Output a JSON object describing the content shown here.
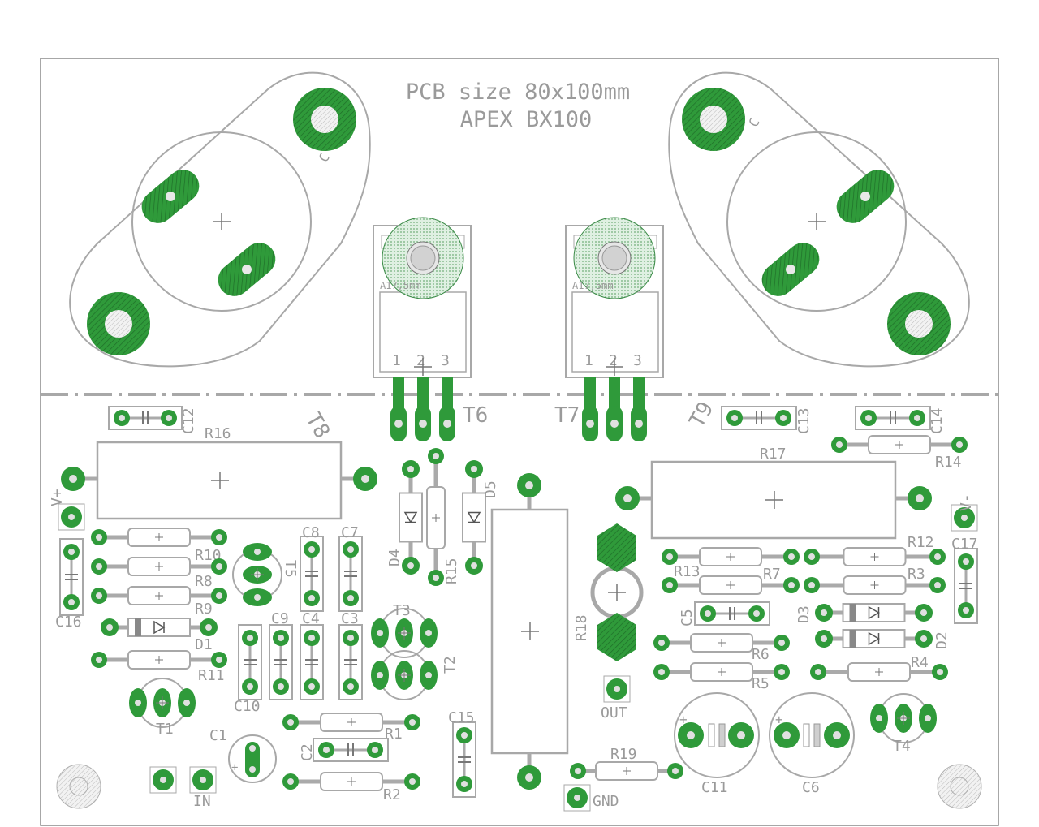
{
  "title": {
    "line1": "PCB size 80x100mm",
    "line2": "APEX BX100"
  },
  "colors": {
    "silk": "#a0a0a0",
    "pad": "#2f9a3a",
    "pad_hatch": "#1f6e29",
    "hole": "#d8d8d8",
    "background": "#ffffff"
  },
  "transistors": {
    "T6": {
      "label": "T6",
      "pins": [
        "1",
        "2",
        "3"
      ],
      "heatsink": "A17,5mm"
    },
    "T7": {
      "label": "T7",
      "pins": [
        "1",
        "2",
        "3"
      ],
      "heatsink": "A17,5mm"
    },
    "T8": {
      "label": "T8",
      "pin_mark": "C"
    },
    "T9": {
      "label": "T9",
      "pin_mark": "C"
    },
    "small": [
      "T1",
      "T2",
      "T3",
      "T4",
      "T5"
    ]
  },
  "resistors": [
    "R1",
    "R2",
    "R3",
    "R4",
    "R5",
    "R6",
    "R7",
    "R8",
    "R9",
    "R10",
    "R11",
    "R12",
    "R13",
    "R14",
    "R15",
    "R16",
    "R17",
    "R18",
    "R19"
  ],
  "capacitors": [
    "C1",
    "C2",
    "C3",
    "C4",
    "C5",
    "C6",
    "C7",
    "C8",
    "C9",
    "C10",
    "C11",
    "C12",
    "C13",
    "C14",
    "C15",
    "C16",
    "C17"
  ],
  "diodes": [
    "D1",
    "D2",
    "D3",
    "D4",
    "D5"
  ],
  "connectors": {
    "vplus": "V+",
    "vminus": "V-",
    "out": "OUT",
    "in": "IN",
    "gnd": "GND"
  },
  "polarity": "+"
}
